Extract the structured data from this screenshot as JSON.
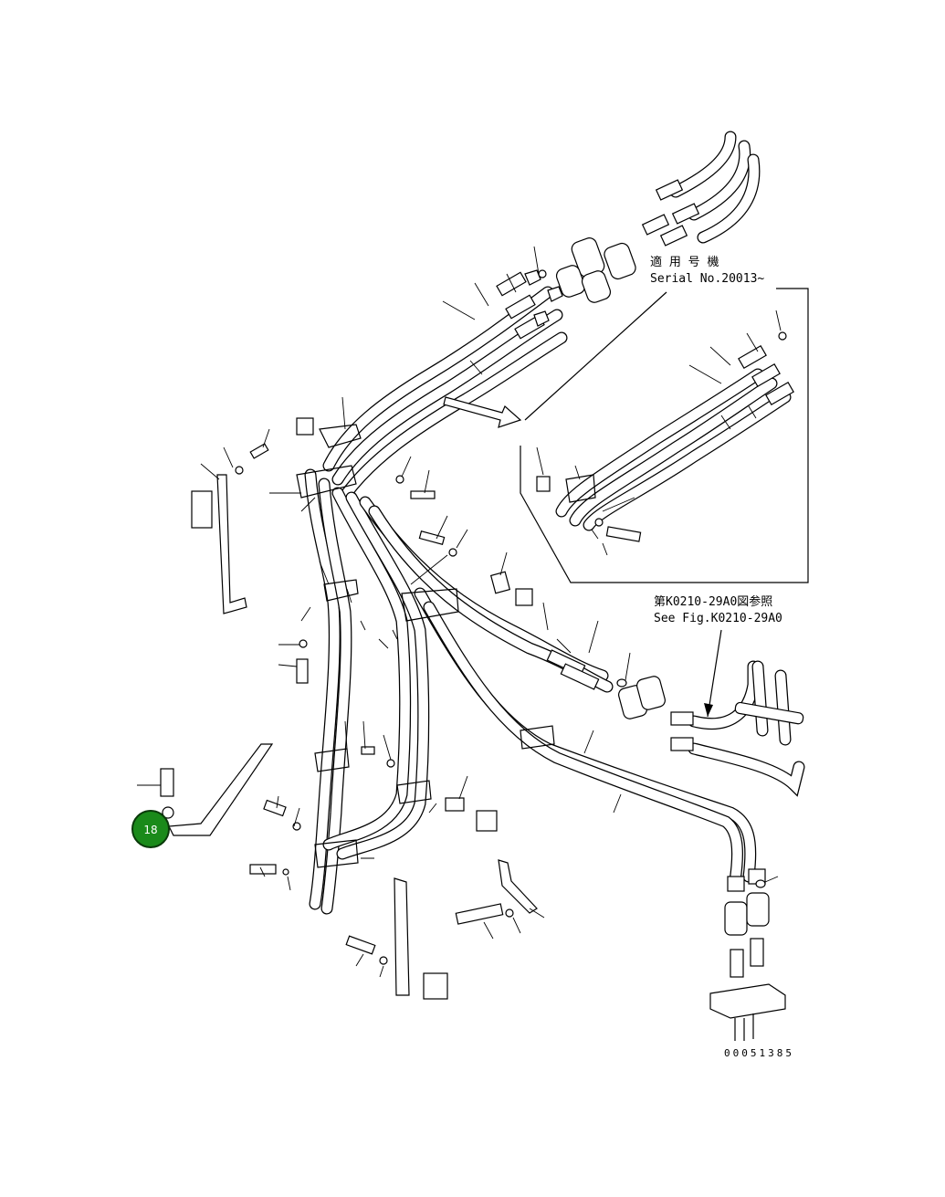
{
  "notes": {
    "serial_jp": "適 用 号 機",
    "serial_en": "Serial No.20013~",
    "ref_jp": "第K0210-29A0図参照",
    "ref_en": "See Fig.K0210-29A0"
  },
  "figure_number": "00051385",
  "callouts": [
    {
      "label": "18",
      "color": "#1a8a1a"
    }
  ]
}
